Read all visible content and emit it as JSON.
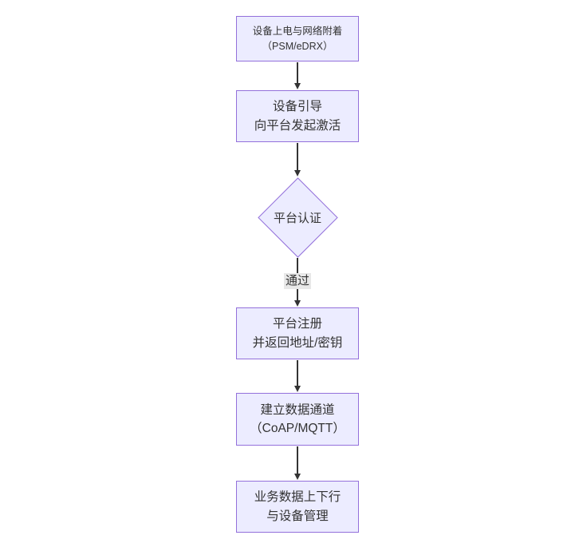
{
  "colors": {
    "canvas_bg": "#ffffff",
    "node_fill": "#ECECFF",
    "node_border": "#9370DB",
    "text_color": "#333333",
    "arrow_color": "#333333",
    "edge_label_bg": "#e8e8e8"
  },
  "flowchart": {
    "nodes": [
      {
        "type": "rect",
        "lines": [
          "设备上电与网络附着",
          "（PSM/eDRX）"
        ]
      },
      {
        "type": "rect",
        "lines": [
          "设备引导",
          "向平台发起激活"
        ]
      },
      {
        "type": "diamond",
        "lines": [
          "平台认证"
        ]
      },
      {
        "type": "rect",
        "lines": [
          "平台注册",
          "并返回地址/密钥"
        ]
      },
      {
        "type": "rect",
        "lines": [
          "建立数据通道",
          "（CoAP/MQTT）"
        ]
      },
      {
        "type": "rect",
        "lines": [
          "业务数据上下行",
          "与设备管理"
        ]
      }
    ],
    "edge_label": "通过"
  }
}
